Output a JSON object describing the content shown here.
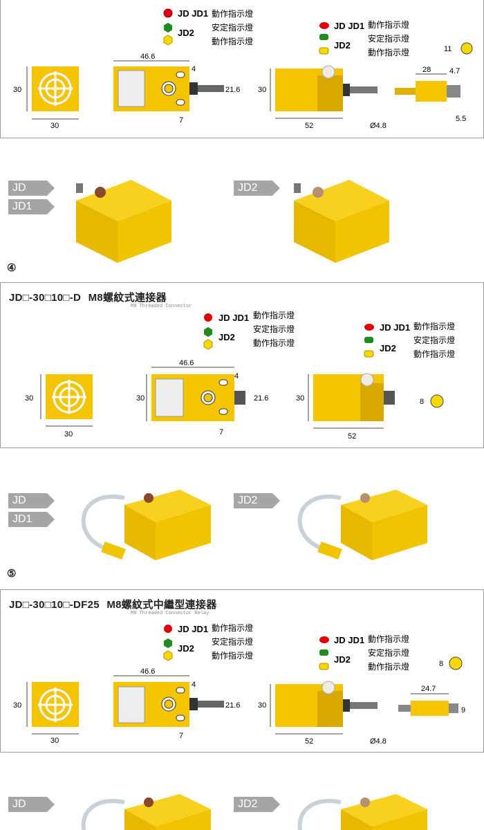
{
  "legend_labels": {
    "jd_jd1": "JD JD1",
    "jd2": "JD2",
    "action": "動作指示燈",
    "stable": "安定指示燈"
  },
  "section3": {
    "dims": {
      "face_w": "30",
      "face_h": "30",
      "body_w": "46.6",
      "slot": "4",
      "cable": "21.6",
      "bottom": "7",
      "side_h": "30",
      "side_w": "52",
      "cable_d": "Ø4.8",
      "plug_len": "28",
      "plug_tip": "4.7",
      "plug_d": "5.5",
      "pin_label": "11"
    }
  },
  "photos1": {
    "tag_jd": "JD",
    "tag_jd1": "JD1",
    "tag_jd2": "JD2"
  },
  "section4": {
    "number": "④",
    "title": "JD□-30□10□-D",
    "title_tail": "M8螺紋式連接器",
    "subtitle": "M8 Threaded Connector",
    "dims": {
      "face_w": "30",
      "face_h": "30",
      "body_w": "46.6",
      "body_h": "30",
      "slot": "4",
      "cable": "21.6",
      "bottom": "7",
      "side_h": "30",
      "side_w": "52",
      "pin_label": "8"
    }
  },
  "photos2": {
    "tag_jd": "JD",
    "tag_jd1": "JD1",
    "tag_jd2": "JD2"
  },
  "section5": {
    "number": "⑤",
    "title": "JD□-30□10□-DF25",
    "title_tail": "M8螺紋式中繼型連接器",
    "subtitle": "M8 Threaded Connector Relay",
    "dims": {
      "face_w": "30",
      "face_h": "30",
      "body_w": "46.6",
      "slot": "4",
      "cable": "21.6",
      "bottom": "7",
      "side_h": "30",
      "side_w": "52",
      "cable_d": "Ø4.8",
      "pin_label": "8",
      "plug_len": "24.7",
      "plug_d": "9"
    }
  },
  "photos3": {
    "tag_jd": "JD",
    "tag_jd2": "JD2"
  },
  "colors": {
    "yellow": "#f5c400",
    "dark_yellow": "#d9a800",
    "red": "#e0000a",
    "green": "#1f8a1f",
    "gray_tag": "#a5a5a5"
  }
}
